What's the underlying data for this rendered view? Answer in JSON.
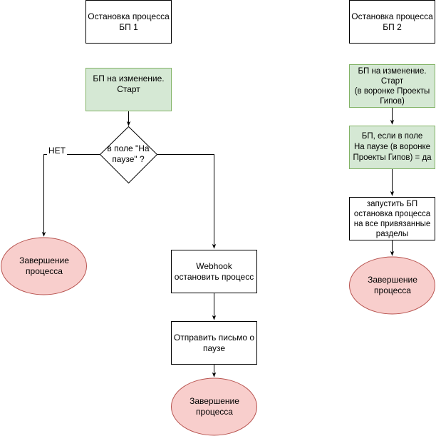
{
  "colors": {
    "process_fill": "#ffffff",
    "process_stroke": "#000000",
    "start_fill": "#d5e8d4",
    "start_stroke": "#82b366",
    "terminal_fill": "#f8cecc",
    "terminal_stroke": "#b85450",
    "line": "#000000"
  },
  "flow1": {
    "header": "Остановка процесса\nБП 1",
    "start": "БП на изменение.\nСтарт",
    "decision": "в поле \"На\nпаузе\" ?",
    "no_label": "НЕТ",
    "end_left": "Завершение\nпроцесса",
    "webhook": "Webhook\nостановить процесс",
    "email": "Отправить письмо о\nпаузе",
    "end_bottom": "Завершение\nпроцесса"
  },
  "flow2": {
    "header": "Остановка процесса\nБП 2",
    "start": "БП на изменение.\nСтарт\n(в воронке Проекты\nГипов)",
    "condition": "БП, если в поле\nНа паузе (в воронке\nПроекты Гипов) = да",
    "run": "запустить БП\nостановка процесса\nна все привязанные\nразделы",
    "end": "Завершение\nпроцесса"
  }
}
